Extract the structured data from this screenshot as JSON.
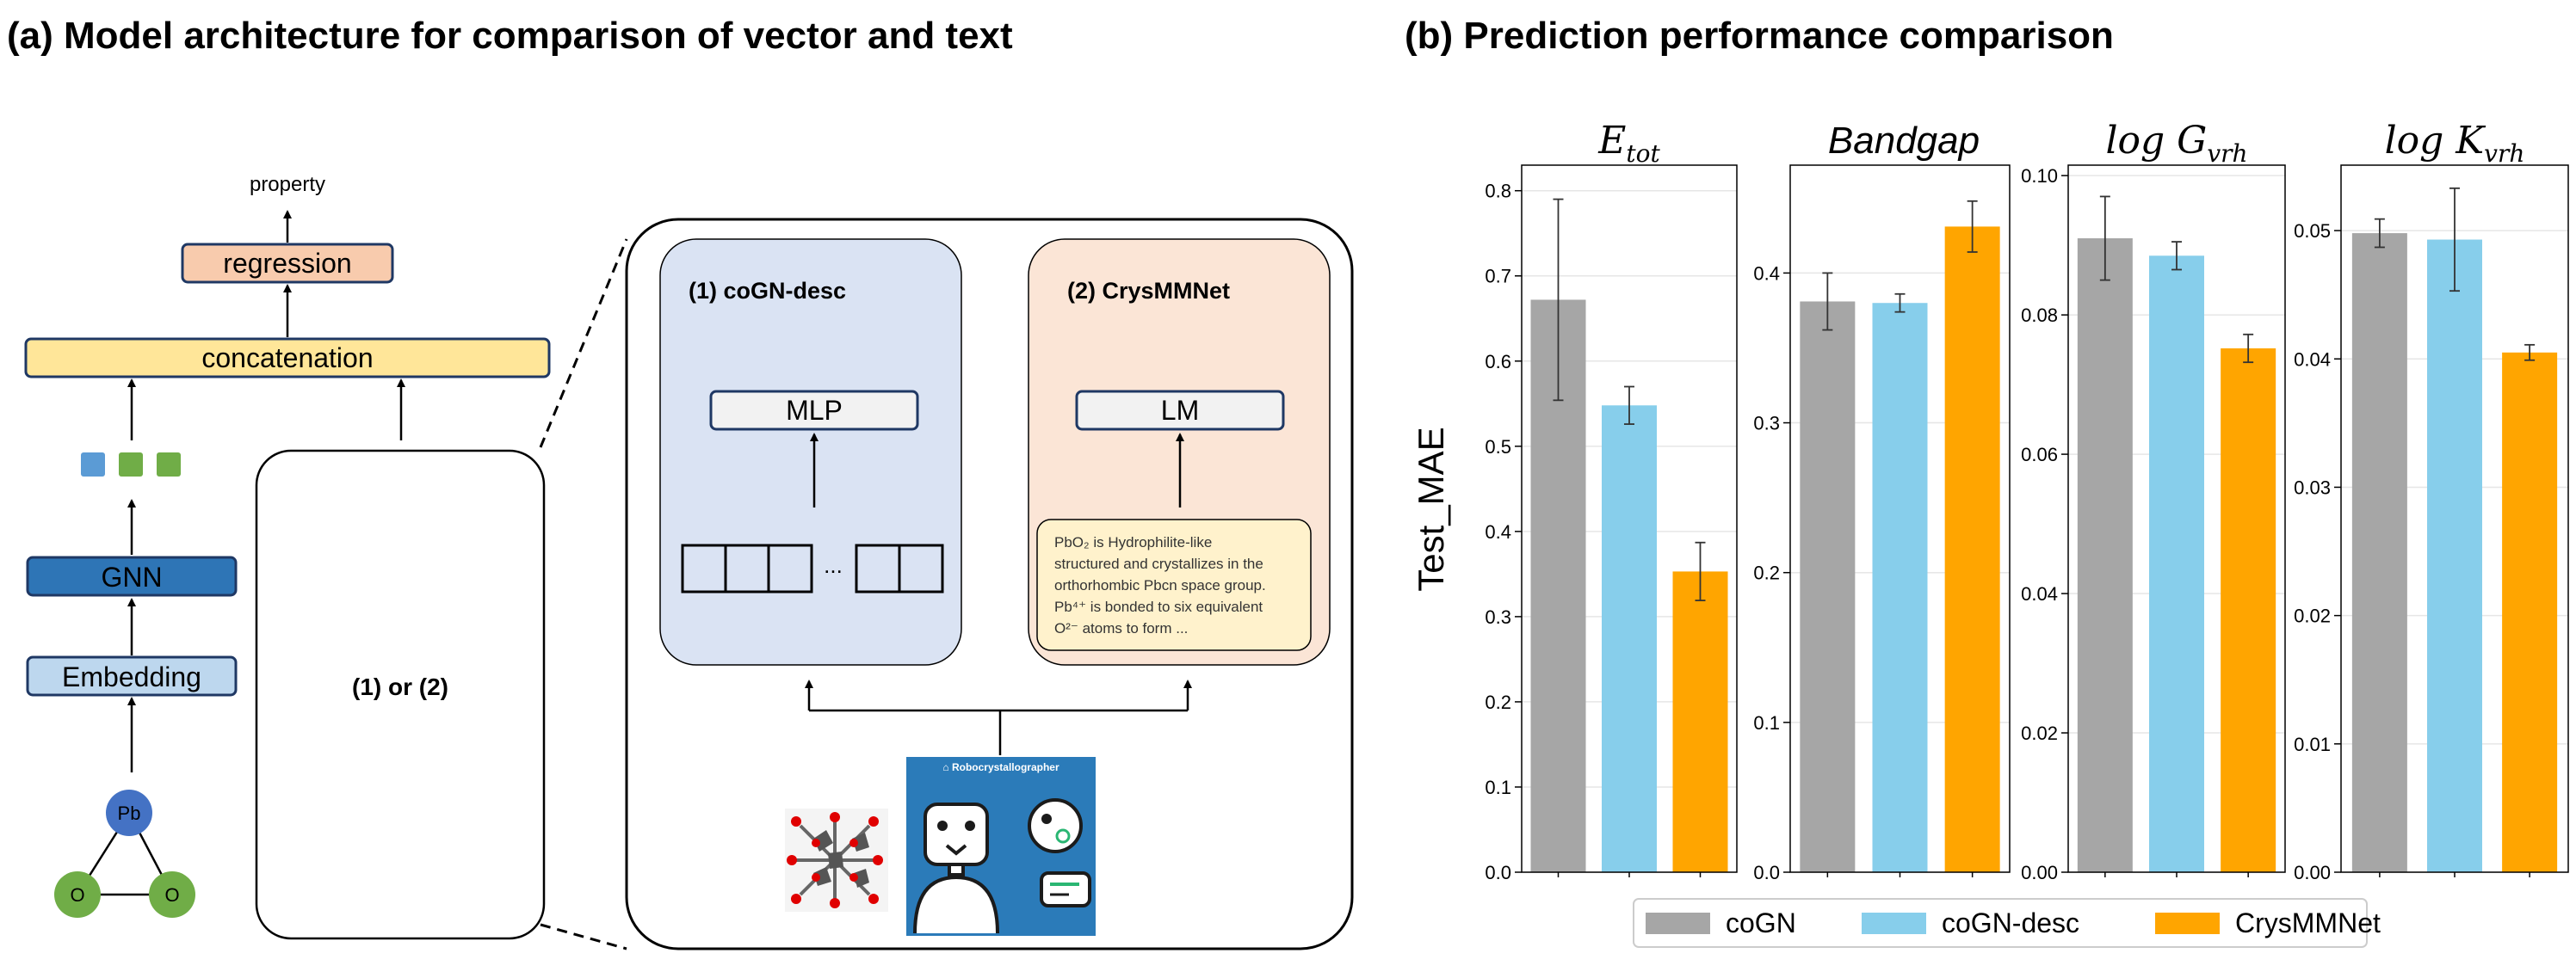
{
  "panel_a": {
    "title": "(a) Model architecture for comparison of vector and text",
    "property": "property",
    "regression": "regression",
    "concatenation": "concatenation",
    "gnn": "GNN",
    "embedding": "Embedding",
    "atoms": [
      "Pb",
      "O",
      "O"
    ],
    "choice": "(1) or (2)",
    "box1_title": "(1) coGN-desc",
    "mlp": "MLP",
    "ellipsis": "...",
    "box2_title": "(2) CrysMMNet",
    "lm": "LM",
    "text_lines": [
      "PbO₂ is Hydrophilite-like",
      "structured and crystallizes in the",
      "orthorhombic Pbcn space group.",
      "Pb⁴⁺ is bonded to six equivalent",
      "O²⁻ atoms to form ..."
    ],
    "robo_label": "⌂ Robocrystallographer"
  },
  "panel_b": {
    "title": "(b) Prediction performance comparison",
    "ylabel": "Test_MAE"
  },
  "colors": {
    "coGN": "#a6a6a6",
    "coGN-desc": "#87ceeb",
    "CrysMMNet": "#ffa500",
    "regression": "#f8cbad",
    "concatenation": "#ffe699",
    "gnn": "#2e75b6",
    "embedding": "#bdd7ee",
    "box1": "#dae3f3",
    "box2": "#fbe5d6",
    "textbox": "#fff2cc",
    "atom_pb": "#4472c4",
    "atom_o": "#70ad47"
  },
  "chart_data": [
    {
      "type": "bar",
      "title": "E_tot",
      "categories": [
        "coGN",
        "coGN-desc",
        "CrysMMNet"
      ],
      "values": [
        0.672,
        0.548,
        0.353
      ],
      "errors": [
        0.118,
        0.022,
        0.034
      ],
      "ylim": [
        0,
        0.83
      ],
      "yticks": [
        "0.0",
        "0.1",
        "0.2",
        "0.3",
        "0.4",
        "0.5",
        "0.6",
        "0.7",
        "0.8"
      ],
      "grid": true
    },
    {
      "type": "bar",
      "title": "Bandgap",
      "categories": [
        "coGN",
        "coGN-desc",
        "CrysMMNet"
      ],
      "values": [
        0.381,
        0.38,
        0.431
      ],
      "errors": [
        0.019,
        0.006,
        0.017
      ],
      "ylim": [
        0,
        0.472
      ],
      "yticks": [
        "0.0",
        "0.1",
        "0.2",
        "0.3",
        "0.4"
      ],
      "grid": true
    },
    {
      "type": "bar",
      "title": "log G_vrh",
      "categories": [
        "coGN",
        "coGN-desc",
        "CrysMMNet"
      ],
      "values": [
        0.091,
        0.0885,
        0.0752
      ],
      "errors": [
        0.006,
        0.002,
        0.002
      ],
      "ylim": [
        0,
        0.1015
      ],
      "yticks": [
        "0.00",
        "0.02",
        "0.04",
        "0.06",
        "0.08",
        "0.10"
      ],
      "grid": true
    },
    {
      "type": "bar",
      "title": "log K_vrh",
      "categories": [
        "coGN",
        "coGN-desc",
        "CrysMMNet"
      ],
      "values": [
        0.0498,
        0.0493,
        0.0405
      ],
      "errors": [
        0.0011,
        0.004,
        0.0006
      ],
      "ylim": [
        0,
        0.0551
      ],
      "yticks": [
        "0.00",
        "0.01",
        "0.02",
        "0.03",
        "0.04",
        "0.05"
      ],
      "grid": true
    }
  ],
  "legend": [
    "coGN",
    "coGN-desc",
    "CrysMMNet"
  ]
}
